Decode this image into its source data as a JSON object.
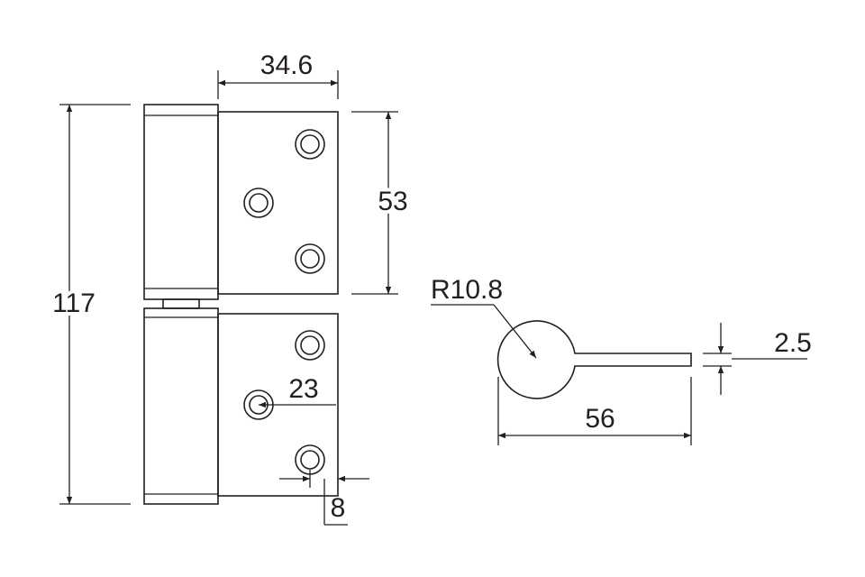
{
  "dimensions": {
    "top_width": "34.6",
    "height_total": "117",
    "hole_spacing": "53",
    "hole_offset": "23",
    "edge_offset": "8",
    "radius": "R10.8",
    "thickness": "2.5",
    "length": "56"
  },
  "colors": {
    "ink": "#231f20",
    "background": "#ffffff"
  }
}
